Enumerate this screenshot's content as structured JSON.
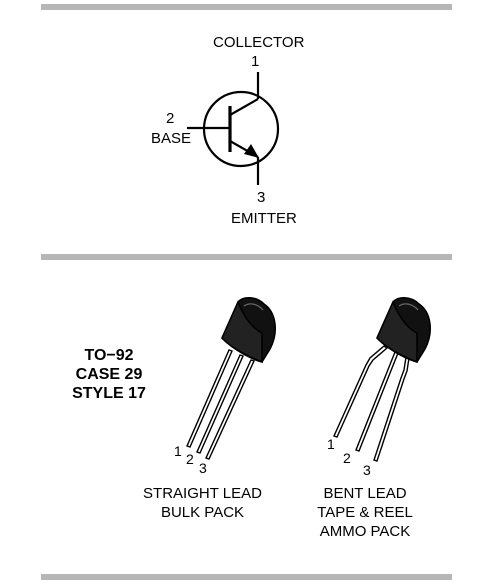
{
  "symbol": {
    "collector": {
      "pin": "1",
      "label": "COLLECTOR"
    },
    "base": {
      "pin": "2",
      "label": "BASE"
    },
    "emitter": {
      "pin": "3",
      "label": "EMITTER"
    }
  },
  "package": {
    "name_lines": [
      "TO−92",
      "CASE 29",
      "STYLE 17"
    ]
  },
  "straight": {
    "pins": [
      "1",
      "2",
      "3"
    ],
    "caption_lines": [
      "STRAIGHT LEAD",
      "BULK PACK"
    ]
  },
  "bent": {
    "pins": [
      "1",
      "2",
      "3"
    ],
    "caption_lines": [
      "BENT LEAD",
      "TAPE & REEL",
      "AMMO PACK"
    ]
  }
}
